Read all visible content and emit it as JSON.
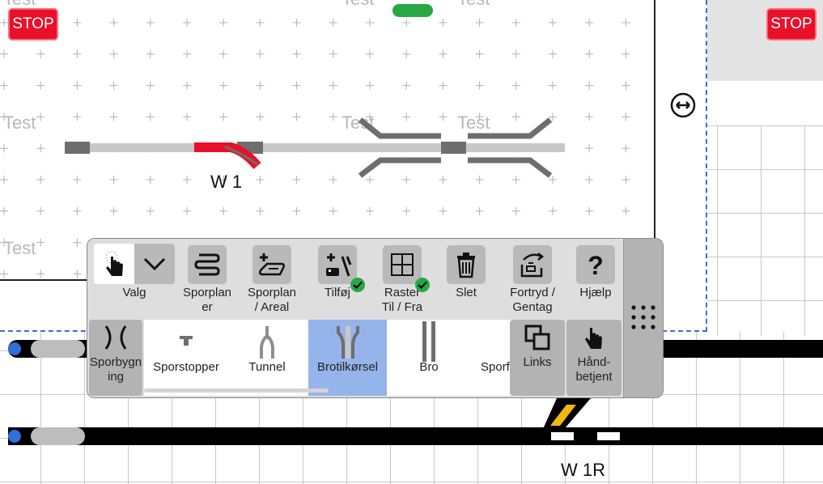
{
  "canvas": {
    "stop_left": "STOP",
    "stop_right": "STOP",
    "test_labels": [
      "Test",
      "Test",
      "Test",
      "Test",
      "Test",
      "Test",
      "Test"
    ],
    "switch_label_top": "W 1",
    "switch_label_bottom": "W 1R"
  },
  "toolbar": {
    "top_row": [
      {
        "label": "Valg",
        "icon": "pointer-hand-icon"
      },
      {
        "label": "Sporplan\ner",
        "icon": "track-plans-icon"
      },
      {
        "label": "Sporplan\n/ Areal",
        "icon": "track-plan-area-icon"
      },
      {
        "label": "Tilføj",
        "icon": "add-icon",
        "checked": true
      },
      {
        "label": "Raster\nTil / Fra",
        "icon": "grid-icon",
        "checked": true
      },
      {
        "label": "Slet",
        "icon": "trash-icon"
      },
      {
        "label": "Fortryd /\nGentag",
        "icon": "undo-redo-icon"
      },
      {
        "label": "Hjælp",
        "icon": "help-icon"
      }
    ],
    "category_button": {
      "label": "Sporbygn\ning",
      "icon": "track-building-icon"
    },
    "strip_items": [
      {
        "label": "Sporstopper",
        "icon": "buffer-stop-icon",
        "selected": false
      },
      {
        "label": "Tunnel",
        "icon": "tunnel-icon",
        "selected": false
      },
      {
        "label": "Brotilkørsel",
        "icon": "bridge-ramp-icon",
        "selected": true
      },
      {
        "label": "Bro",
        "icon": "bridge-icon",
        "selected": false
      },
      {
        "label": "Sporf",
        "icon": "track-icon",
        "selected": false
      }
    ],
    "links_button": {
      "label": "Links",
      "icon": "links-icon"
    },
    "manual_button": {
      "label": "Hånd-\nbetjent",
      "icon": "manual-hand-icon"
    }
  },
  "colors": {
    "stop_red": "#e8102a",
    "switch_red": "#e8102a",
    "selected_blue": "#96b4ec",
    "check_green": "#28a745",
    "dashed_selection": "#3a6fd8"
  }
}
